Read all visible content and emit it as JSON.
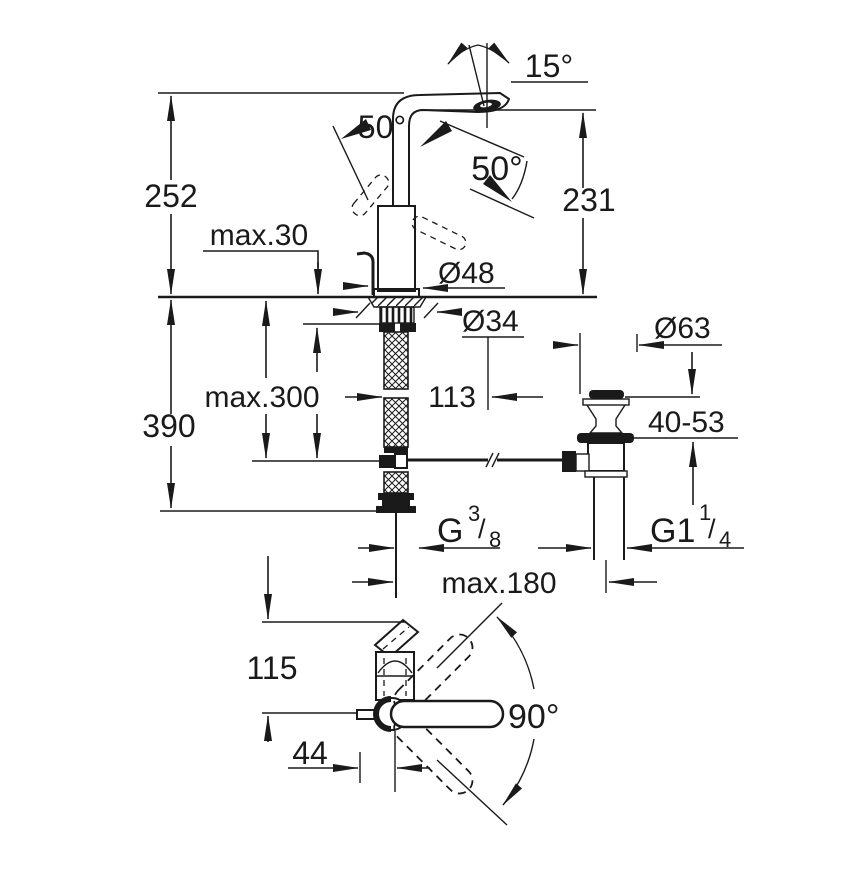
{
  "drawing": {
    "kind": "faucet installation technical drawing",
    "line_color": "#1a1a1a",
    "background": "#ffffff"
  },
  "dims": {
    "spout_tilt": "15°",
    "lever_angle_left": "50°",
    "lever_angle_right": "50°",
    "height_overall": "252",
    "deck_thickness": "max.30",
    "spout_height": "231",
    "base_diameter": "Ø48",
    "hole_diameter": "Ø34",
    "waste_flange_diameter": "Ø63",
    "hose_length": "max.300",
    "spout_reach": "113",
    "under_deck_depth": "390",
    "waste_clamp_range": "40-53",
    "rod_reach": "max.180",
    "front_projection": "115",
    "handle_offset": "44",
    "handle_swivel": "90°",
    "supply_thread": {
      "main": "G",
      "num": "3",
      "slash": "/",
      "den": "8"
    },
    "waste_thread": {
      "main": "G1",
      "num": "1",
      "slash": "/",
      "den": "4"
    }
  }
}
